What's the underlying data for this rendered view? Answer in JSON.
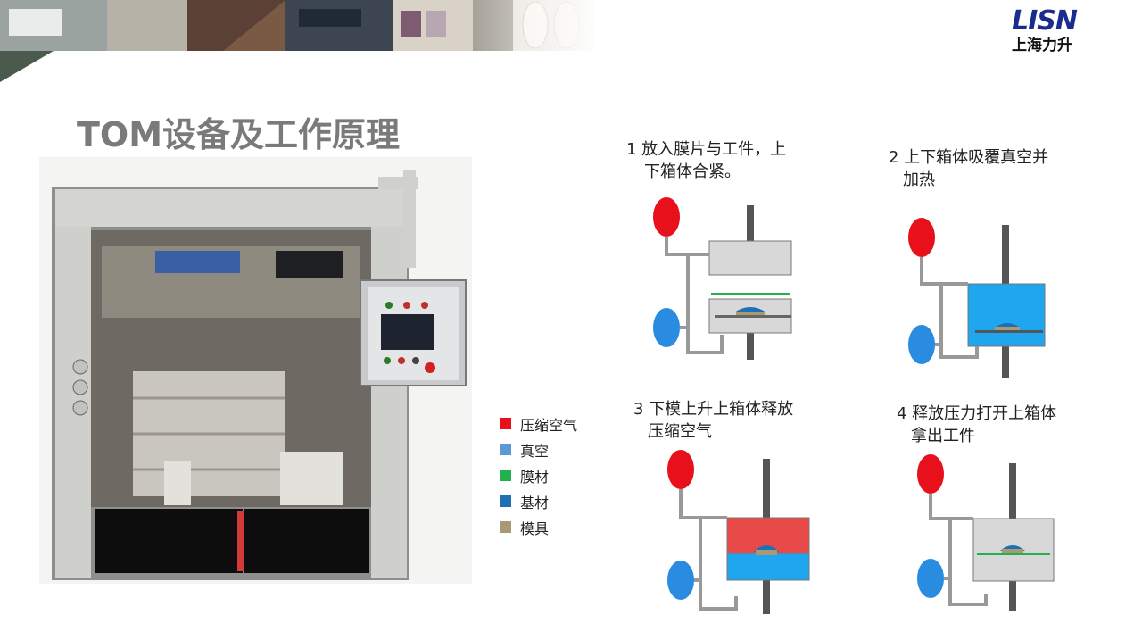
{
  "brand": {
    "logo_mark": "LISN",
    "logo_text": "上海力升"
  },
  "page_title": "TOM设备及工作原理",
  "legend": [
    {
      "label": "压缩空气",
      "color": "#e8101a"
    },
    {
      "label": "真空",
      "color": "#5b9bd5"
    },
    {
      "label": "膜材",
      "color": "#22b14c"
    },
    {
      "label": "基材",
      "color": "#1f6fb5"
    },
    {
      "label": "模具",
      "color": "#a89b73"
    }
  ],
  "steps": [
    {
      "line1": "1 放入膜片与工件，上",
      "line2": "下箱体合紧。"
    },
    {
      "line1": "2 上下箱体吸覆真空并",
      "line2": "加热"
    },
    {
      "line1": "3 下模上升上箱体释放",
      "line2": "压缩空气"
    },
    {
      "line1": "4 释放压力打开上箱体",
      "line2": "拿出工件"
    }
  ],
  "colors": {
    "air_tank": "#e8101a",
    "vacuum_tank": "#2a8ce0",
    "box_gray": "#d8d8d8",
    "box_blue": "#1fa6ef",
    "box_red": "#e84a4a"
  }
}
